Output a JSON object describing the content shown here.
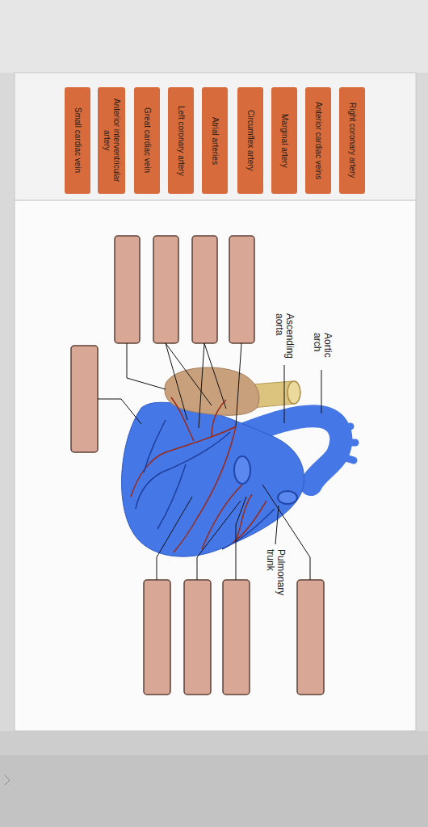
{
  "diagram": {
    "nodes": [
      {
        "text": [
          "Right coronary artery"
        ]
      },
      {
        "text": [
          "Anterior cardiac veins"
        ]
      },
      {
        "text": [
          "Marginal artery"
        ]
      },
      {
        "text": [
          "Circumflex artery"
        ]
      },
      {
        "text": [
          "Atrial arteries"
        ]
      },
      {
        "text": [
          "Left coronary artery"
        ]
      },
      {
        "text": [
          "Great cardiac vein"
        ]
      },
      {
        "text": [
          "Anterior interventricular artery"
        ]
      },
      {
        "text": [
          "Small cardiac vein"
        ]
      }
    ],
    "labels": [
      "Aortic arch",
      "Ascending aorta",
      "Pulmonary trunk"
    ]
  }
}
